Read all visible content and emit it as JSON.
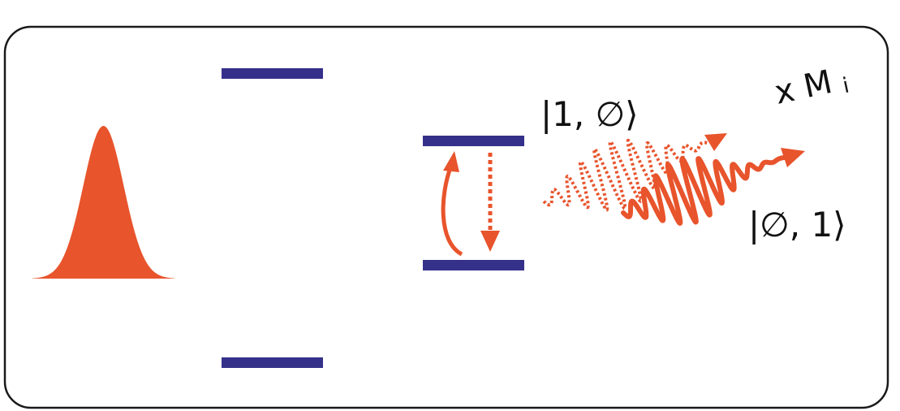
{
  "labels": {
    "ket_top": "|1, ∅⟩",
    "ket_bottom": "|∅, 1⟩",
    "multiplicity": "x M",
    "multiplicity_sub": "i"
  },
  "colors": {
    "accent": "#E8542C",
    "level": "#35318A",
    "frame": "#1a1a1a",
    "background": "#ffffff"
  }
}
